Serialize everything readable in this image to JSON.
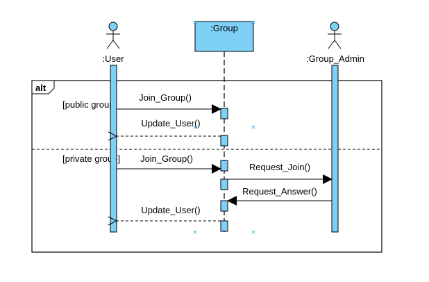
{
  "colors": {
    "fill": "#7fd0f7",
    "selection": "#29a8e0",
    "stroke": "#000000"
  },
  "participants": [
    {
      "id": "user",
      "label": ":User",
      "kind": "actor"
    },
    {
      "id": "group",
      "label": ":Group",
      "kind": "object"
    },
    {
      "id": "admin",
      "label": ":Group_Admin",
      "kind": "actor"
    }
  ],
  "fragment": {
    "operator": "alt",
    "guards": [
      "[public group]",
      "[private group]"
    ]
  },
  "messages": [
    {
      "label": "Join_Group()",
      "from": "user",
      "to": "group",
      "type": "sync"
    },
    {
      "label": "Update_User()",
      "from": "group",
      "to": "user",
      "type": "return"
    },
    {
      "label": "Join_Group()",
      "from": "user",
      "to": "group",
      "type": "sync"
    },
    {
      "label": "Request_Join()",
      "from": "group",
      "to": "admin",
      "type": "sync"
    },
    {
      "label": "Request_Answer()",
      "from": "admin",
      "to": "group",
      "type": "sync"
    },
    {
      "label": "Update_User()",
      "from": "group",
      "to": "user",
      "type": "return"
    }
  ],
  "selection_handles": {
    "icon": "selection-handle-icon",
    "glyph": "×"
  }
}
